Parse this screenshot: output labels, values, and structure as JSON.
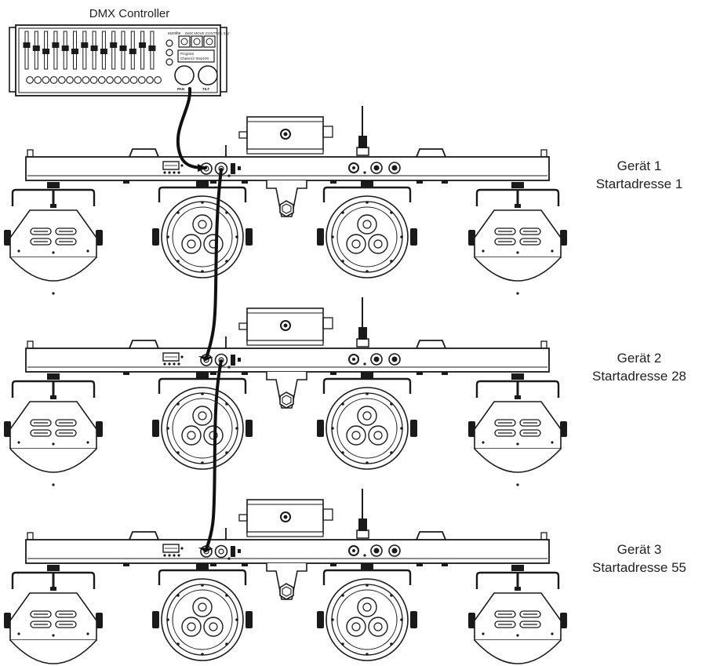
{
  "controller": {
    "title": "DMX Controller",
    "brand": "eurolite",
    "model": "DMX MOVE CONTROL 512",
    "display_line1": "Program",
    "display_line2": "Chase12 Step100",
    "knob_left": "PAN",
    "knob_right": "TILT"
  },
  "devices": [
    {
      "name": "Gerät 1",
      "address": "Startadresse 1"
    },
    {
      "name": "Gerät 2",
      "address": "Startadresse 28"
    },
    {
      "name": "Gerät 3",
      "address": "Startadresse 55"
    }
  ],
  "colors": {
    "line": "#1a1a1a",
    "cable": "#111111",
    "background": "#ffffff"
  }
}
